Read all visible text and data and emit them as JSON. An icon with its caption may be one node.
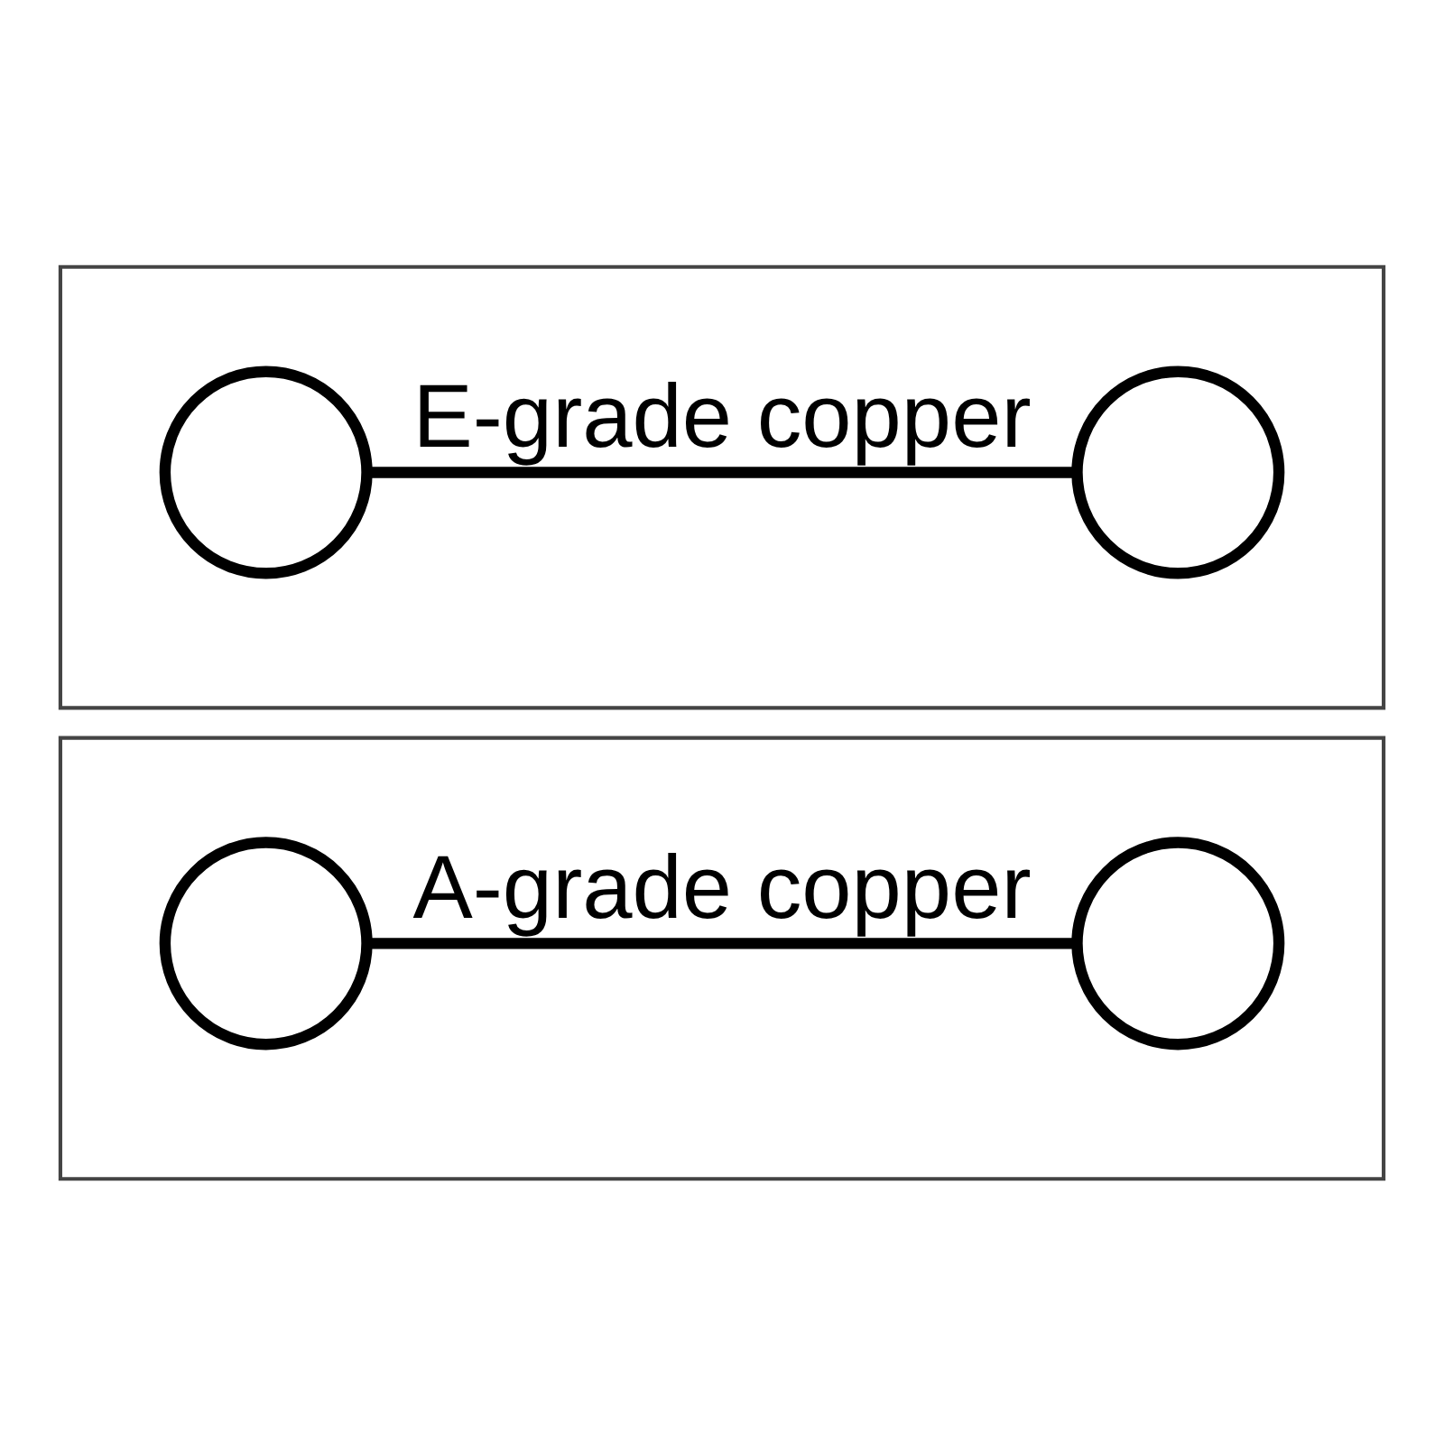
{
  "diagram": {
    "nodes": [
      {
        "text": [],
        "shape": "box"
      },
      {
        "text": [],
        "shape": "circle",
        "in": 0
      },
      {
        "text": [],
        "shape": "circle",
        "in": 0
      },
      {
        "text": [],
        "shape": "box"
      },
      {
        "text": [],
        "shape": "circle",
        "in": 3
      },
      {
        "text": [],
        "shape": "circle",
        "in": 3
      }
    ],
    "edges": [
      {
        "from": 1,
        "to": 2,
        "arrow": "none",
        "label": "E-grade copper"
      },
      {
        "from": 4,
        "to": 5,
        "arrow": "none",
        "label": "A-grade copper"
      }
    ]
  }
}
